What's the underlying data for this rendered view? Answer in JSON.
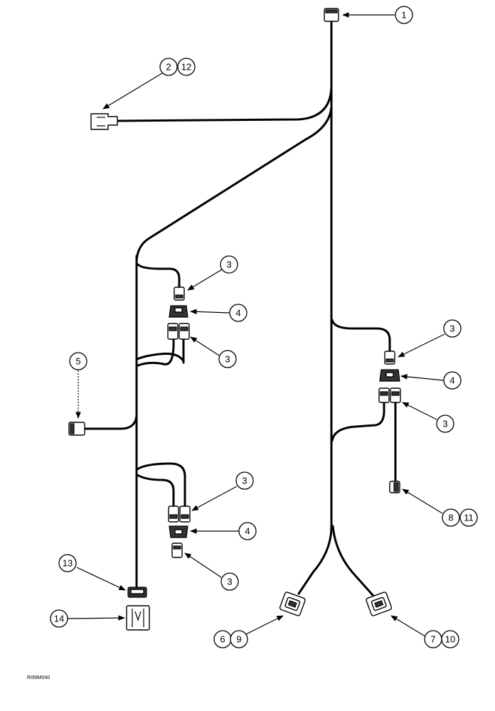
{
  "figure_code": "RI99M040",
  "callouts": {
    "c1": "1",
    "c2": "2",
    "c12": "12",
    "c3a": "3",
    "c4a": "4",
    "c3b": "3",
    "c5": "5",
    "c3c": "3",
    "c4b": "4",
    "c3d": "3",
    "c13": "13",
    "c14": "14",
    "c3e": "3",
    "c4c": "4",
    "c3f": "3",
    "c8": "8",
    "c11": "11",
    "c6": "6",
    "c9": "9",
    "c7": "7",
    "c10": "10"
  }
}
